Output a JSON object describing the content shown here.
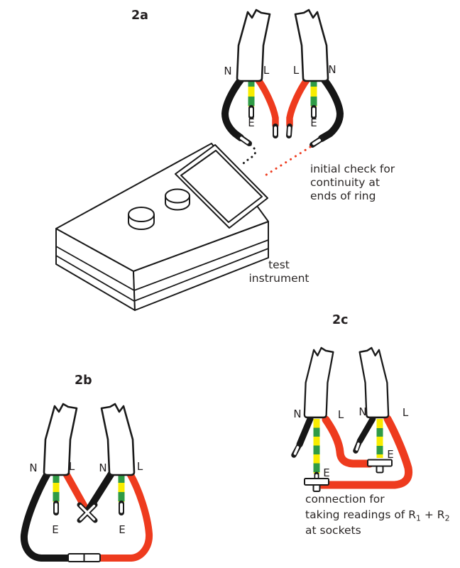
{
  "fig": {
    "panels": {
      "a": {
        "label": "2a",
        "annotation": [
          "initial check for",
          "continuity at",
          "ends of ring"
        ],
        "instrument_caption": [
          "test",
          "instrument"
        ]
      },
      "b": {
        "label": "2b"
      },
      "c": {
        "label": "2c",
        "caption_line1": "connection for",
        "caption_line2_pre": "taking readings of R",
        "caption_line2_sub1": "1",
        "caption_line2_mid": " + R",
        "caption_line2_sub2": "2",
        "caption_line3": "at sockets"
      }
    },
    "conductors": {
      "neutral": "N",
      "live": "L",
      "earth": "E"
    },
    "colors": {
      "live": "#ee3b1e",
      "neutral": "#161616",
      "earth_green": "#2f9b45",
      "earth_yellow": "#f8ec00",
      "outline": "#1a1a1a",
      "text": "#231f20"
    }
  }
}
